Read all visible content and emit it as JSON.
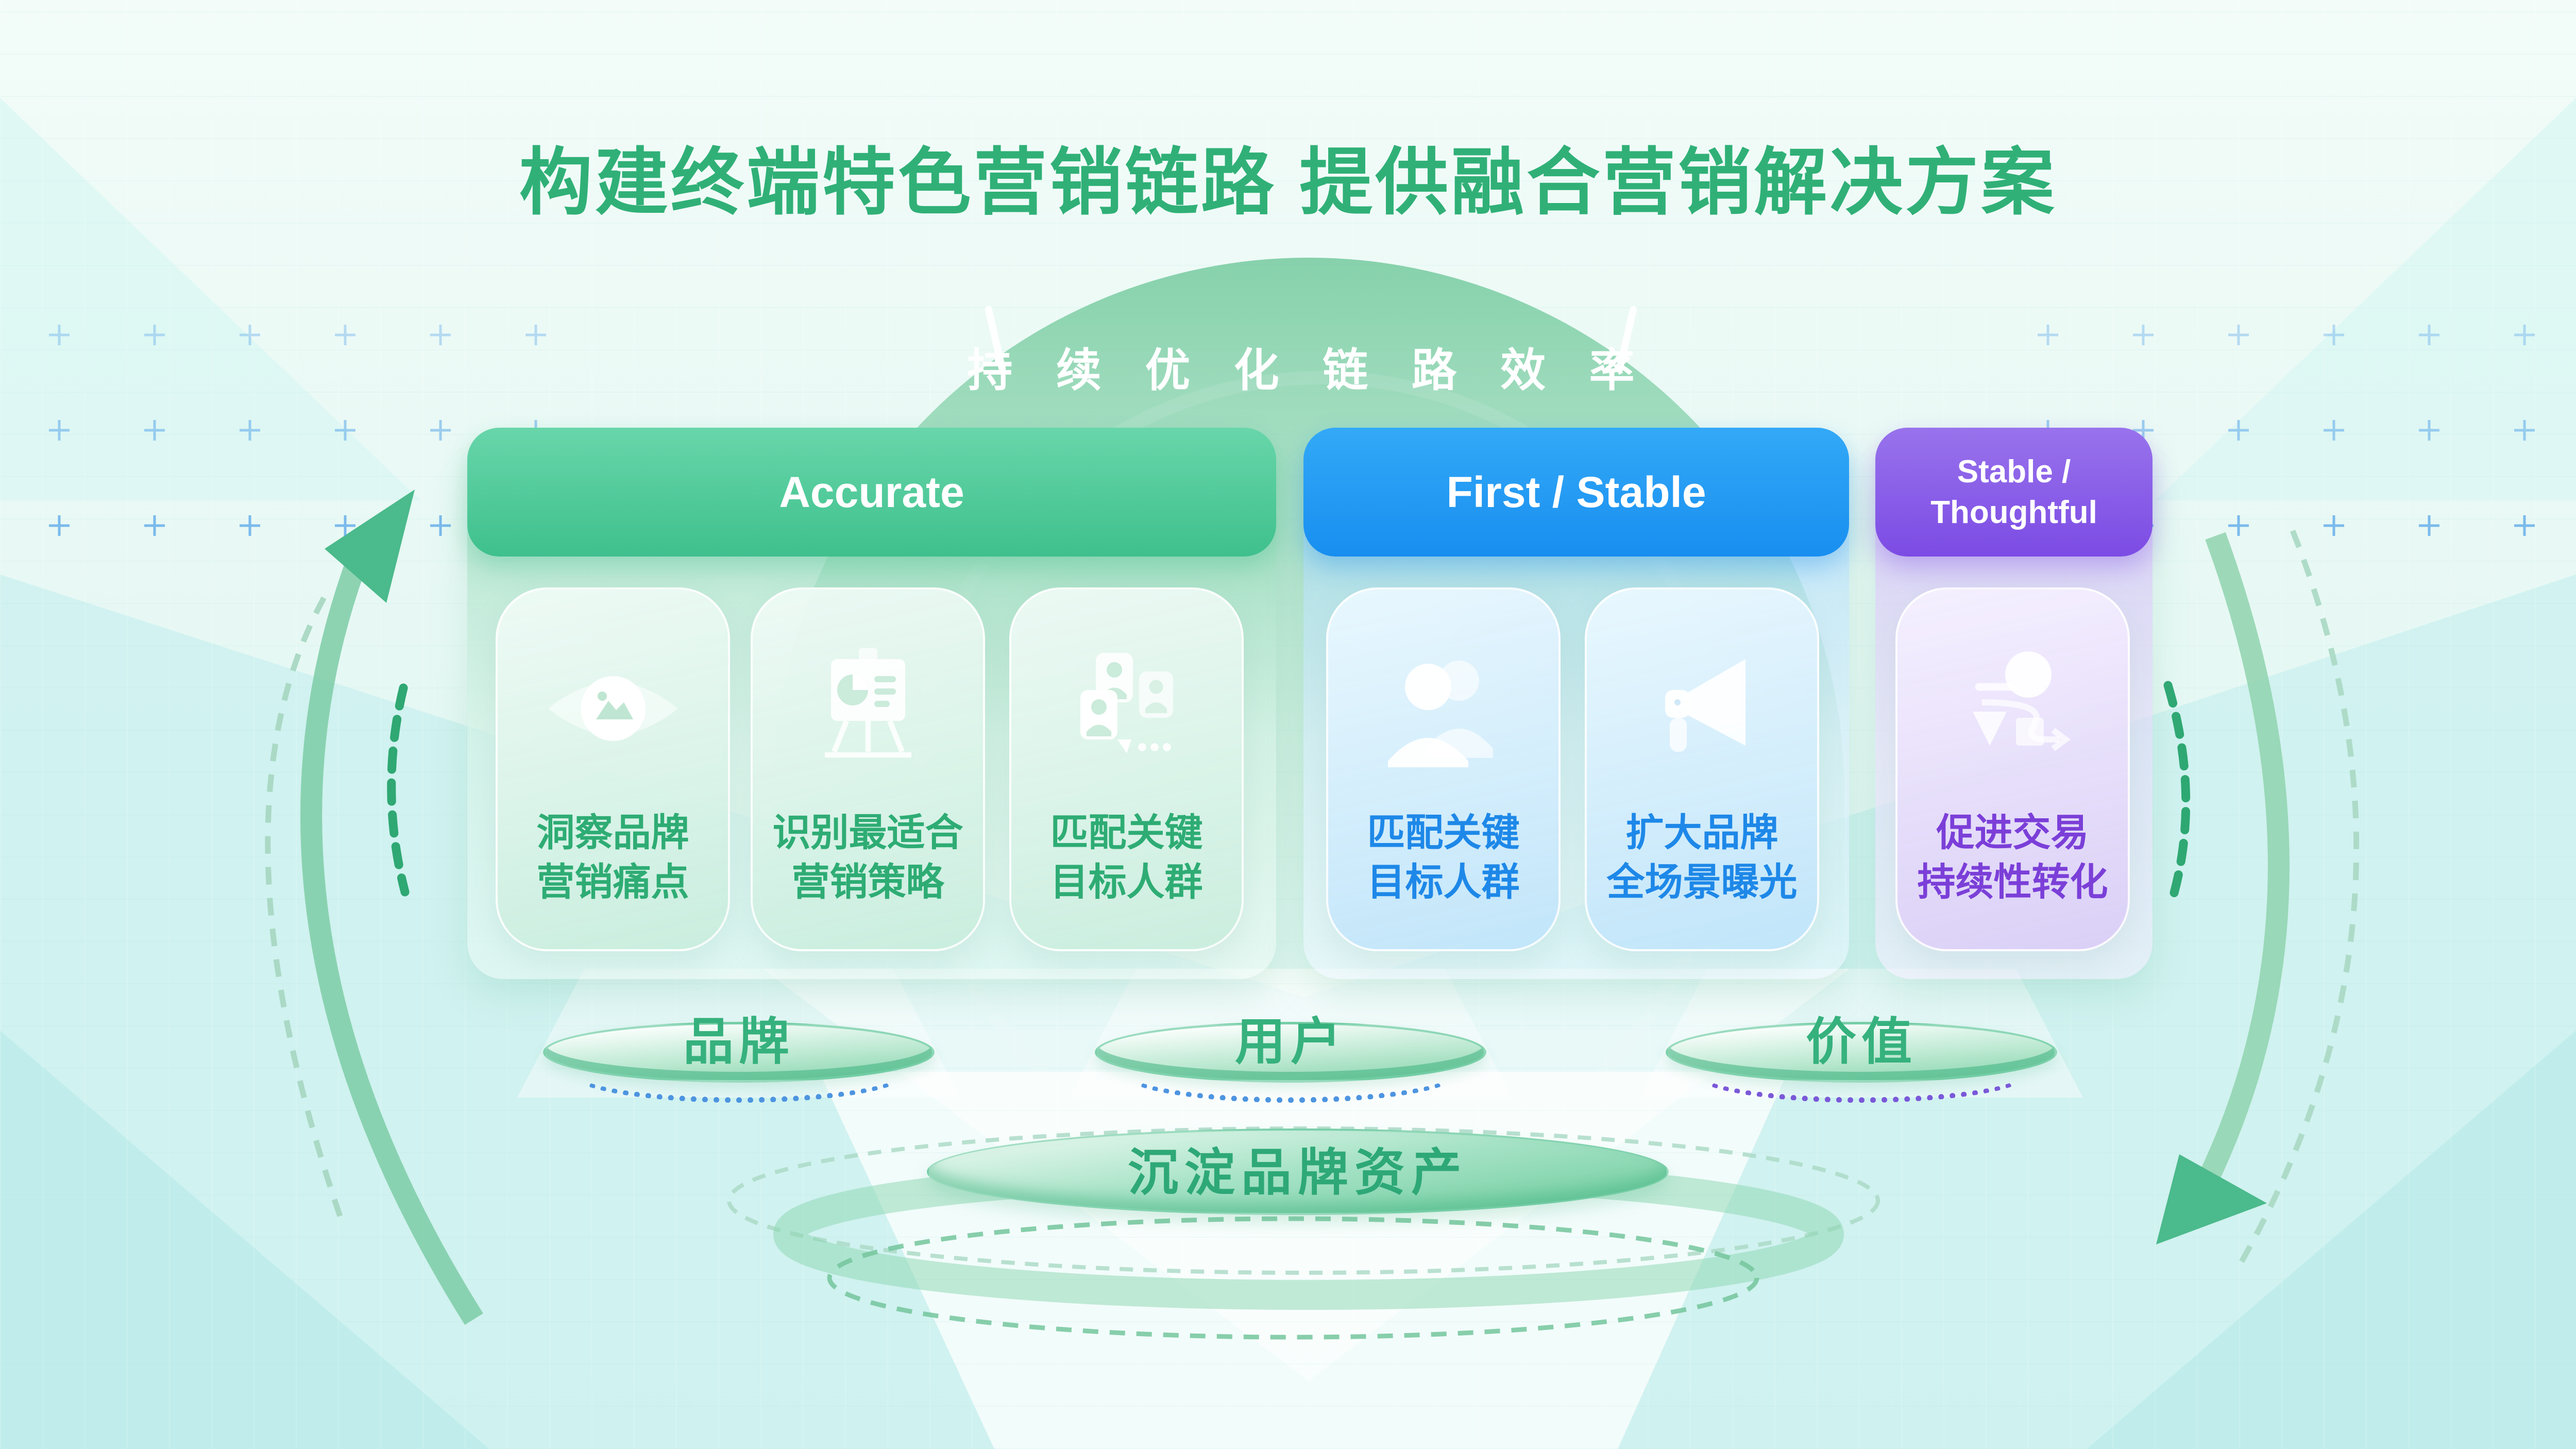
{
  "page": {
    "title": "构建终端特色营销链路 提供融合营销解决方案"
  },
  "dome": {
    "label": "持 续 优 化 链 路 效 率"
  },
  "groups": [
    {
      "name": "accurate",
      "header": "Accurate",
      "cards": [
        {
          "icon": "eye-icon",
          "line1": "洞察品牌",
          "line2": "营销痛点"
        },
        {
          "icon": "strategy-board-icon",
          "line1": "识别最适合",
          "line2": "营销策略"
        },
        {
          "icon": "audience-chat-icon",
          "line1": "匹配关键",
          "line2": "目标人群"
        }
      ]
    },
    {
      "name": "first-stable",
      "header": "First / Stable",
      "cards": [
        {
          "icon": "users-icon",
          "line1": "匹配关键",
          "line2": "目标人群"
        },
        {
          "icon": "megaphone-icon",
          "line1": "扩大品牌",
          "line2": "全场景曝光"
        }
      ]
    },
    {
      "name": "stable-thoughtful",
      "header_lines": [
        "Stable /",
        "Thoughtful"
      ],
      "cards": [
        {
          "icon": "conversion-icon",
          "line1": "促进交易",
          "line2": "持续性转化"
        }
      ]
    }
  ],
  "platforms": [
    {
      "label": "品牌"
    },
    {
      "label": "用户"
    },
    {
      "label": "价值"
    }
  ],
  "foundation": {
    "label": "沉淀品牌资产"
  },
  "colors": {
    "title_green": "#30B077",
    "pill_green": "#41BF8D",
    "pill_blue": "#1E93F2",
    "pill_purple": "#7C4BE4",
    "card_text_green": "#2EAC74",
    "card_text_blue": "#1E88E8",
    "card_text_purple": "#7B3FD8",
    "platform_text_green": "#36B17D",
    "dash_blue": "#4D94E0",
    "dash_purple": "#7A58D8",
    "plus_blue": "#4C9FE8",
    "arrow_green": "#4BBA8C"
  }
}
